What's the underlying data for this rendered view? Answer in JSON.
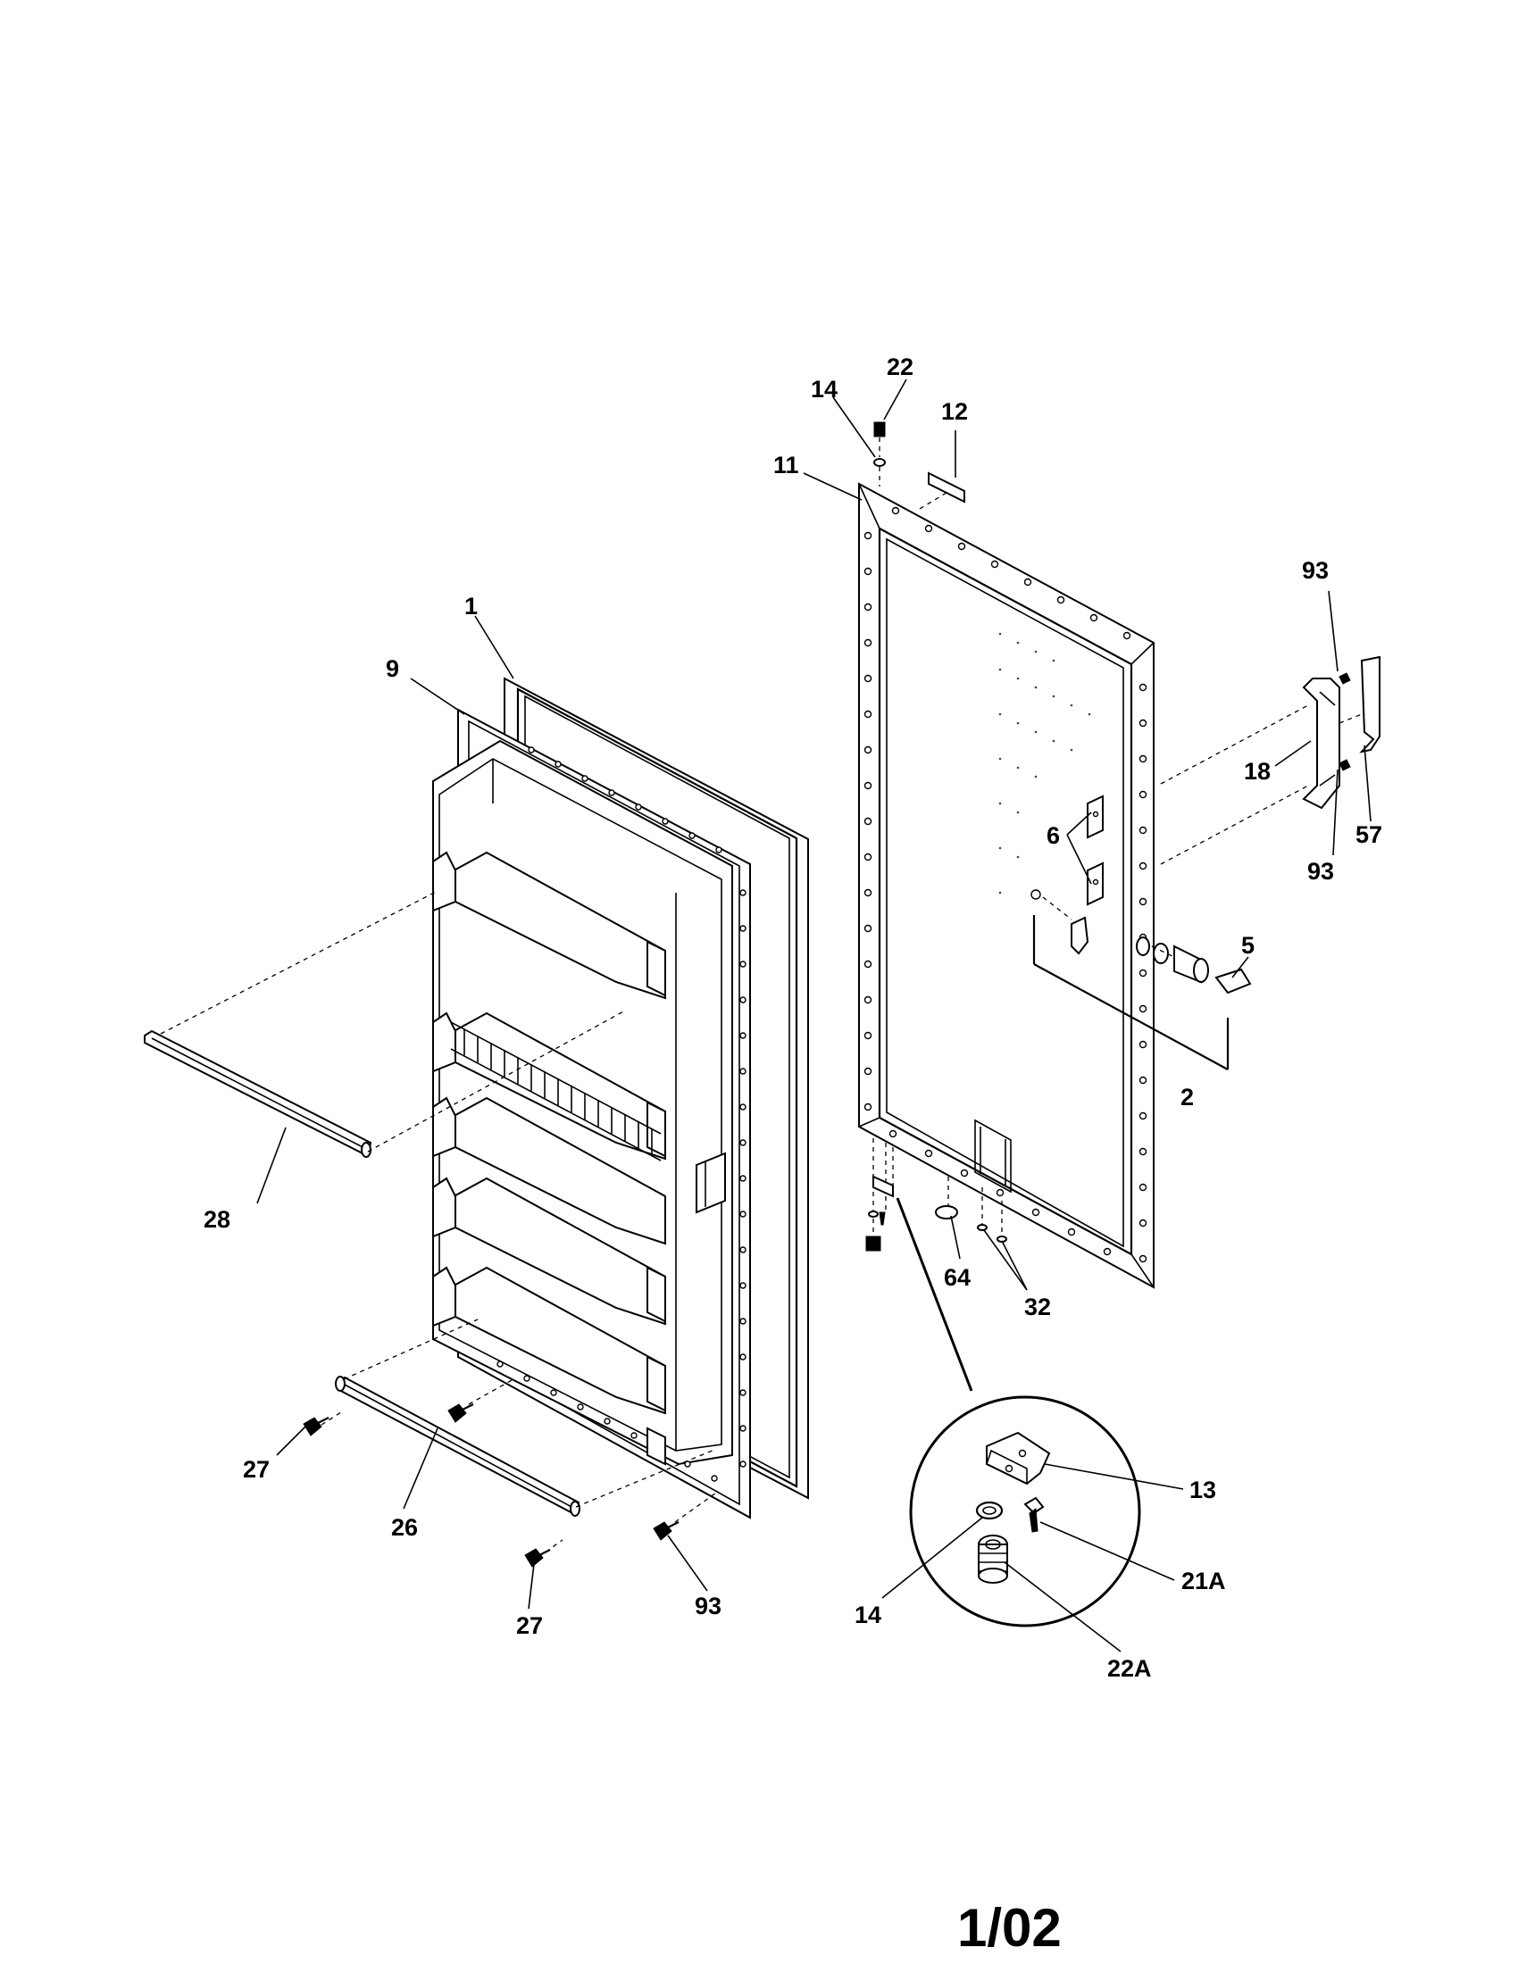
{
  "diagram": {
    "labels": {
      "p1": "1",
      "p2": "2",
      "p5": "5",
      "p6": "6",
      "p9": "9",
      "p11": "11",
      "p12": "12",
      "p13": "13",
      "p14_top": "14",
      "p14_detail": "14",
      "p18": "18",
      "p21a": "21A",
      "p22_top": "22",
      "p22a": "22A",
      "p26": "26",
      "p27_left": "27",
      "p27_bottom": "27",
      "p28": "28",
      "p32": "32",
      "p57": "57",
      "p64": "64",
      "p93_top": "93",
      "p93_right": "93",
      "p93_bottom": "93"
    }
  },
  "footer": {
    "date_code": "1/02"
  }
}
